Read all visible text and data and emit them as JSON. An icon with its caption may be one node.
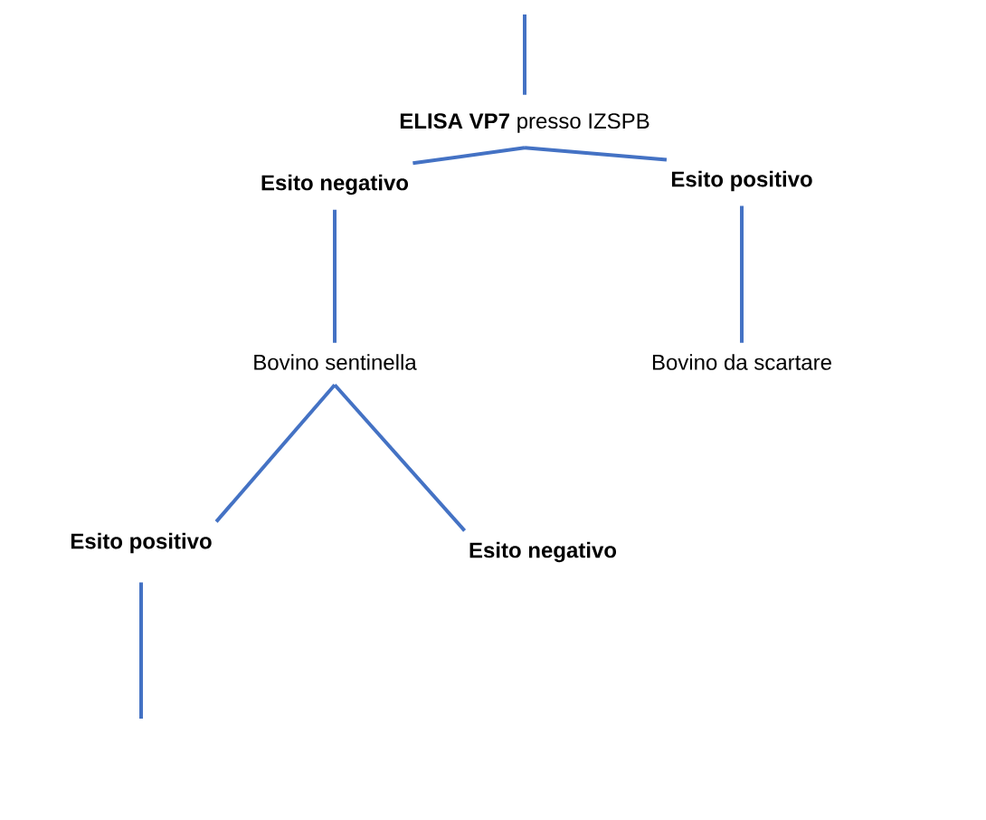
{
  "diagram": {
    "nodes": [
      {
        "text": [
          "**ELISA VP7** presso IZSPB"
        ]
      },
      {
        "text": [
          "Esito negativo"
        ]
      },
      {
        "text": [
          "Esito positivo"
        ]
      },
      {
        "text": [
          "Bovino sentinella"
        ]
      },
      {
        "text": [
          "Bovino da scartare"
        ]
      },
      {
        "text": [
          "Esito positivo"
        ]
      },
      {
        "text": [
          "Esito negativo"
        ]
      }
    ],
    "edges": [
      {
        "from": null,
        "to": 0,
        "arrow": "none"
      },
      {
        "from": 0,
        "to": 1,
        "arrow": "none"
      },
      {
        "from": 0,
        "to": 2,
        "arrow": "none"
      },
      {
        "from": 1,
        "to": 3,
        "arrow": "none"
      },
      {
        "from": 2,
        "to": 4,
        "arrow": "none"
      },
      {
        "from": 3,
        "to": 5,
        "arrow": "none"
      },
      {
        "from": 3,
        "to": 6,
        "arrow": "none"
      },
      {
        "from": 5,
        "to": null,
        "arrow": "none"
      }
    ]
  }
}
